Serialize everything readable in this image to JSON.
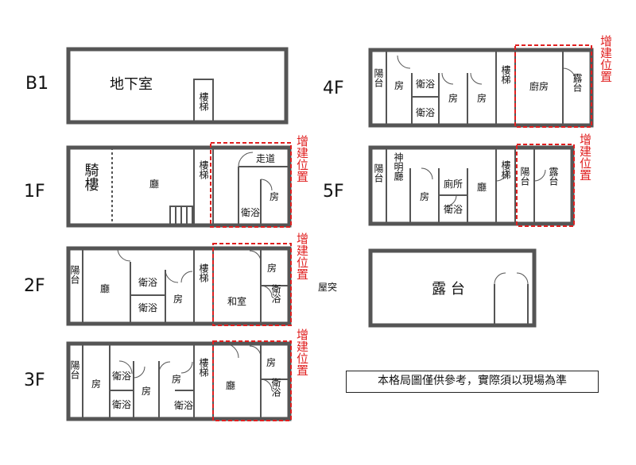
{
  "extension_label": "增建位置",
  "note": "本格局圖僅供參考，實際須以現場為準",
  "floors": {
    "b1": {
      "label": "B1",
      "rooms": {
        "basement": "地下室",
        "stairs": "樓梯"
      }
    },
    "f1": {
      "label": "1F",
      "rooms": {
        "arcade": "騎樓",
        "hall": "廳",
        "stairs": "樓梯",
        "corridor": "走道",
        "bath": "衛浴",
        "room": "房"
      }
    },
    "f2": {
      "label": "2F",
      "rooms": {
        "balcony": "陽台",
        "hall": "廳",
        "bath1": "衛浴",
        "bath2": "衛浴",
        "room1": "房",
        "stairs": "樓梯",
        "japanese_room": "和室",
        "room2": "房",
        "bath3": "衛浴"
      }
    },
    "f3": {
      "label": "3F",
      "rooms": {
        "balcony": "陽台",
        "room1": "房",
        "bath1": "衛浴",
        "bath2": "衛浴",
        "room2": "房",
        "room3": "房",
        "bath3": "衛浴",
        "stairs": "樓梯",
        "hall": "廳",
        "room4": "房",
        "bath4": "衛浴"
      }
    },
    "f4": {
      "label": "4F",
      "rooms": {
        "balcony": "陽台",
        "room1": "房",
        "bath1": "衛浴",
        "bath2": "衛浴",
        "room2": "房",
        "room3": "房",
        "stairs": "樓梯",
        "kitchen": "廚房",
        "terrace": "露台"
      }
    },
    "f5": {
      "label": "5F",
      "rooms": {
        "balcony1": "陽台",
        "shrine": "神明廳",
        "room": "房",
        "toilet": "廁所",
        "bath": "衛浴",
        "hall": "廳",
        "stairs": "樓梯",
        "balcony2": "陽台",
        "terrace": "露台"
      }
    },
    "roof": {
      "label": "屋突",
      "rooms": {
        "terrace": "露 台"
      }
    }
  }
}
